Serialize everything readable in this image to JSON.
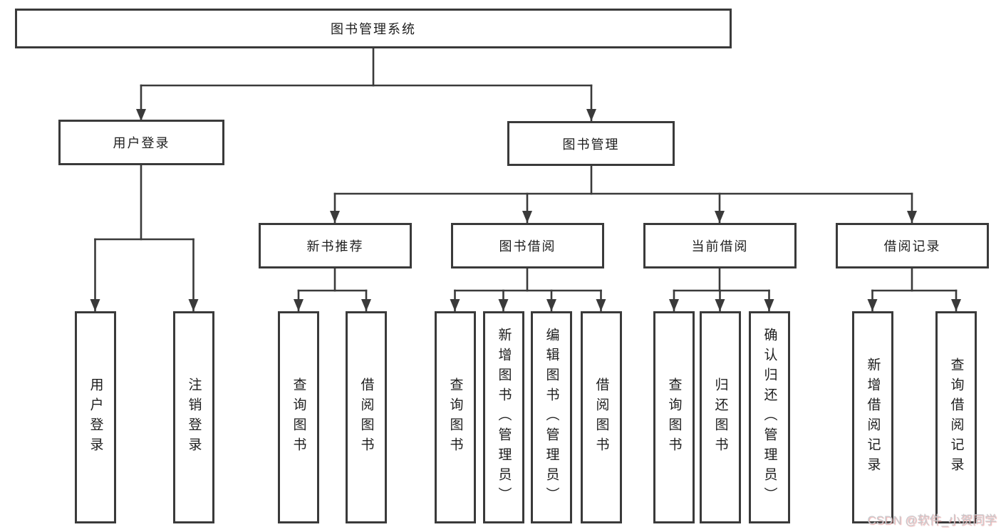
{
  "tree": {
    "root": {
      "label": "图书管理系统",
      "children": [
        {
          "label": "用户登录",
          "children": [
            {
              "label": "用户登录"
            },
            {
              "label": "注销登录"
            }
          ]
        },
        {
          "label": "图书管理",
          "children": [
            {
              "label": "新书推荐",
              "children": [
                {
                  "label": "查询图书"
                },
                {
                  "label": "借阅图书"
                }
              ]
            },
            {
              "label": "图书借阅",
              "children": [
                {
                  "label": "查询图书"
                },
                {
                  "label": "新增图书（管理员）"
                },
                {
                  "label": "编辑图书（管理员）"
                },
                {
                  "label": "借阅图书"
                }
              ]
            },
            {
              "label": "当前借阅",
              "children": [
                {
                  "label": "查询图书"
                },
                {
                  "label": "归还图书"
                },
                {
                  "label": "确认归还（管理员）"
                }
              ]
            },
            {
              "label": "借阅记录",
              "children": [
                {
                  "label": "新增借阅记录"
                },
                {
                  "label": "查询借阅记录"
                }
              ]
            }
          ]
        }
      ]
    }
  },
  "watermark": "CSDN @软件_小贺同学",
  "colors": {
    "line": "#3a3a3a",
    "text": "#1d1d1d",
    "background": "#ffffff",
    "watermark_text": "#c7cacd"
  }
}
